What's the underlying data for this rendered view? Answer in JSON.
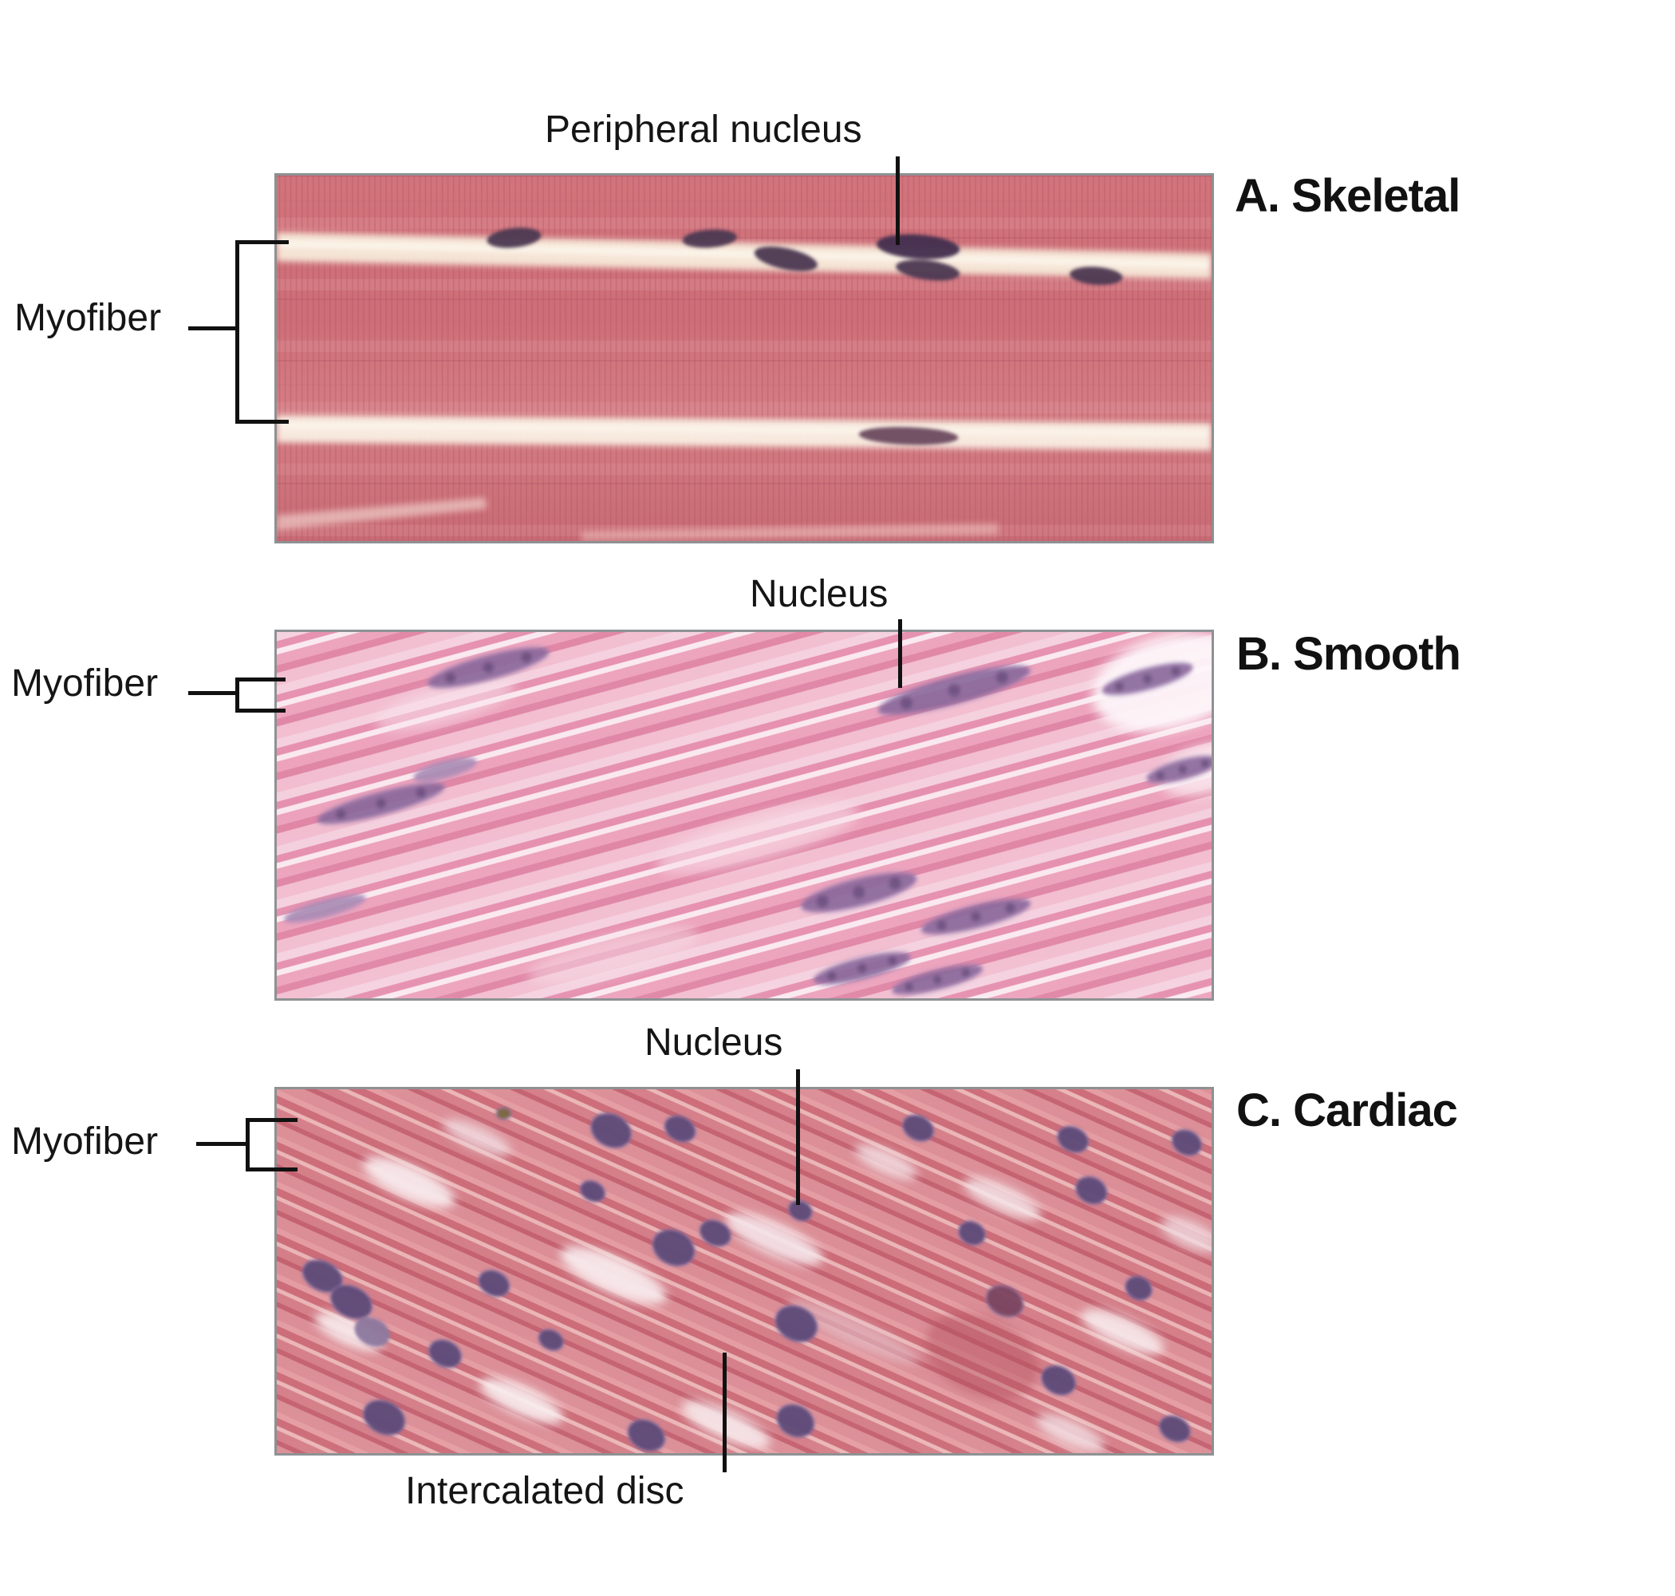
{
  "labels": {
    "panel_a": {
      "title": "A. Skeletal",
      "side_label": "Myofiber",
      "top_label": "Peripheral nucleus"
    },
    "panel_b": {
      "title": "B. Smooth",
      "side_label": "Myofiber",
      "top_label": "Nucleus"
    },
    "panel_c": {
      "title": "C. Cardiac",
      "side_label": "Myofiber",
      "top_label": "Nucleus",
      "bottom_label": "Intercalated disc"
    }
  },
  "colors": {
    "background": "#ffffff",
    "annotation_line": "#111111",
    "image_border": "#8e9193",
    "skeletal_base": "#d0717a",
    "skeletal_band": "#f7ead9",
    "skeletal_nucleus": "#4d3853",
    "smooth_base": "#ecaac0",
    "smooth_nucleus": "#8a6a9c",
    "smooth_nucleus_speckle": "#55406e",
    "cardiac_base": "#d37e88",
    "cardiac_gap": "#f8eef0",
    "cardiac_nucleus": "#5d4a79"
  },
  "nuclei": {
    "a": [
      [
        296,
        77,
        34,
        12,
        -6
      ],
      [
        540,
        78,
        34,
        11,
        -4
      ],
      [
        635,
        103,
        40,
        13,
        12
      ],
      [
        800,
        88,
        52,
        15,
        4,
        "#43304e"
      ],
      [
        812,
        117,
        40,
        12,
        7
      ],
      [
        1022,
        124,
        33,
        11,
        4
      ],
      [
        788,
        322,
        62,
        11,
        2,
        "#6e4a60"
      ]
    ],
    "b": [
      [
        264,
        44,
        78,
        15,
        -15
      ],
      [
        845,
        72,
        98,
        17,
        -15
      ],
      [
        1086,
        58,
        58,
        13,
        -15
      ],
      [
        1130,
        170,
        46,
        12,
        -15
      ],
      [
        130,
        212,
        82,
        14,
        -15
      ],
      [
        210,
        170,
        40,
        10,
        -15,
        "#a98bb5"
      ],
      [
        726,
        322,
        74,
        17,
        -14
      ],
      [
        872,
        352,
        70,
        14,
        -14
      ],
      [
        730,
        416,
        62,
        13,
        -14
      ],
      [
        824,
        430,
        58,
        12,
        -14
      ],
      [
        60,
        342,
        52,
        10,
        -15,
        "#a98bb5"
      ]
    ],
    "c": [
      [
        417,
        51,
        26,
        20,
        26
      ],
      [
        503,
        49,
        20,
        15,
        26
      ],
      [
        283,
        30,
        9,
        7,
        0,
        "#79683f"
      ],
      [
        394,
        126,
        16,
        12,
        26
      ],
      [
        547,
        178,
        20,
        15,
        26
      ],
      [
        495,
        196,
        27,
        21,
        26
      ],
      [
        653,
        150,
        15,
        12,
        26
      ],
      [
        57,
        231,
        26,
        18,
        26
      ],
      [
        93,
        263,
        27,
        19,
        26
      ],
      [
        271,
        240,
        20,
        15,
        26
      ],
      [
        342,
        310,
        16,
        12,
        26
      ],
      [
        119,
        300,
        22,
        16,
        26,
        "#8d7a9e"
      ],
      [
        134,
        406,
        27,
        20,
        26
      ],
      [
        210,
        327,
        21,
        16,
        26
      ],
      [
        648,
        290,
        27,
        21,
        26
      ],
      [
        647,
        410,
        24,
        19,
        26
      ],
      [
        461,
        428,
        24,
        18,
        26
      ],
      [
        908,
        262,
        24,
        18,
        26,
        "#7b4660"
      ],
      [
        993,
        62,
        20,
        15,
        26
      ],
      [
        1016,
        125,
        20,
        16,
        26
      ],
      [
        800,
        48,
        20,
        15,
        26
      ],
      [
        867,
        178,
        17,
        14,
        26
      ],
      [
        1075,
        246,
        17,
        14,
        26
      ],
      [
        1135,
        66,
        19,
        15,
        26
      ],
      [
        975,
        360,
        22,
        17,
        26
      ],
      [
        1120,
        420,
        20,
        15,
        26
      ]
    ]
  }
}
